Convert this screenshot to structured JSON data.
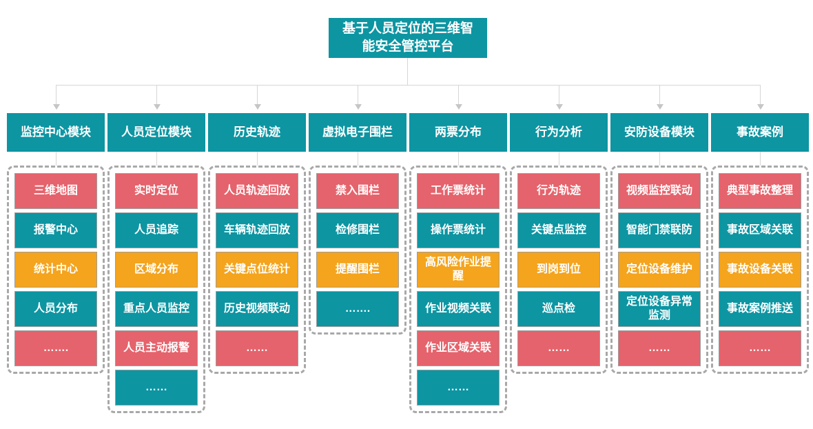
{
  "root_title": "基于人员定位的三维智能安全管控平台",
  "colors": {
    "teal": "#0D95A2",
    "red": "#E5636C",
    "orange": "#F4A41D"
  },
  "columns": [
    {
      "header": "监控中心模块",
      "items": [
        {
          "label": "三维地图",
          "color": "red"
        },
        {
          "label": "报警中心",
          "color": "teal"
        },
        {
          "label": "统计中心",
          "color": "orange"
        },
        {
          "label": "人员分布",
          "color": "teal"
        },
        {
          "label": "…….",
          "color": "red"
        }
      ]
    },
    {
      "header": "人员定位模块",
      "items": [
        {
          "label": "实时定位",
          "color": "red"
        },
        {
          "label": "人员追踪",
          "color": "teal"
        },
        {
          "label": "区域分布",
          "color": "orange"
        },
        {
          "label": "重点人员监控",
          "color": "teal"
        },
        {
          "label": "人员主动报警",
          "color": "red"
        },
        {
          "label": "……",
          "color": "teal"
        }
      ]
    },
    {
      "header": "历史轨迹",
      "items": [
        {
          "label": "人员轨迹回放",
          "color": "red"
        },
        {
          "label": "车辆轨迹回放",
          "color": "teal"
        },
        {
          "label": "关键点位统计",
          "color": "orange"
        },
        {
          "label": "历史视频联动",
          "color": "teal"
        },
        {
          "label": "……",
          "color": "red"
        }
      ]
    },
    {
      "header": "虚拟电子围栏",
      "items": [
        {
          "label": "禁入围栏",
          "color": "red"
        },
        {
          "label": "检修围栏",
          "color": "teal"
        },
        {
          "label": "提醒围栏",
          "color": "orange"
        },
        {
          "label": "…….",
          "color": "teal"
        }
      ]
    },
    {
      "header": "两票分布",
      "items": [
        {
          "label": "工作票统计",
          "color": "red"
        },
        {
          "label": "操作票统计",
          "color": "teal"
        },
        {
          "label": "高风险作业提醒",
          "color": "orange"
        },
        {
          "label": "作业视频关联",
          "color": "teal"
        },
        {
          "label": "作业区域关联",
          "color": "red"
        },
        {
          "label": "……",
          "color": "teal"
        }
      ]
    },
    {
      "header": "行为分析",
      "items": [
        {
          "label": "行为轨迹",
          "color": "red"
        },
        {
          "label": "关键点监控",
          "color": "teal"
        },
        {
          "label": "到岗到位",
          "color": "orange"
        },
        {
          "label": "巡点检",
          "color": "teal"
        },
        {
          "label": "……",
          "color": "red"
        }
      ]
    },
    {
      "header": "安防设备模块",
      "items": [
        {
          "label": "视频监控联动",
          "color": "red"
        },
        {
          "label": "智能门禁联防",
          "color": "teal"
        },
        {
          "label": "定位设备维护",
          "color": "orange"
        },
        {
          "label": "定位设备异常监测",
          "color": "teal"
        },
        {
          "label": "……",
          "color": "red"
        }
      ]
    },
    {
      "header": "事故案例",
      "items": [
        {
          "label": "典型事故整理",
          "color": "red"
        },
        {
          "label": "事故区域关联",
          "color": "teal"
        },
        {
          "label": "事故设备关联",
          "color": "orange"
        },
        {
          "label": "事故案例推送",
          "color": "teal"
        },
        {
          "label": "……",
          "color": "red"
        }
      ]
    }
  ]
}
